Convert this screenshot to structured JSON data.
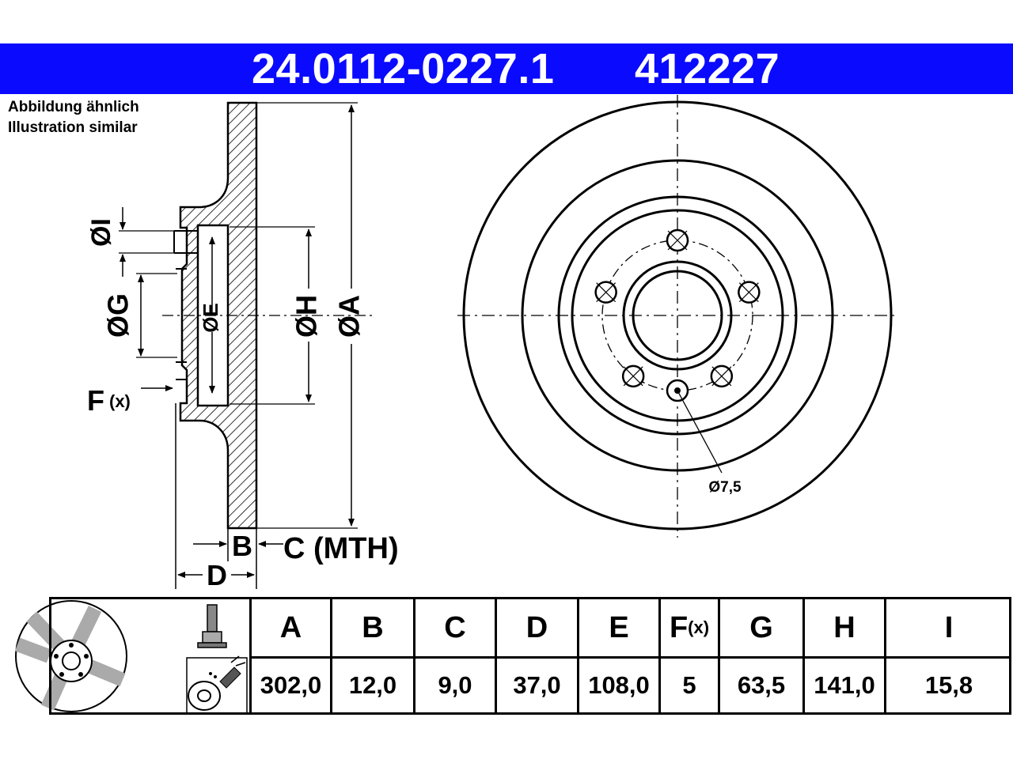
{
  "header": {
    "part_number": "24.0112-0227.1",
    "ref_number": "412227"
  },
  "note": {
    "line1": "Abbildung ähnlich",
    "line2": "Illustration similar"
  },
  "drawing": {
    "label_I": "ØI",
    "label_G": "ØG",
    "label_E": "ØE",
    "label_H": "ØH",
    "label_A": "ØA",
    "label_F": "F",
    "label_F_sub": "(x)",
    "label_B": "B",
    "label_C": "C (MTH)",
    "label_D": "D",
    "hole_label": "Ø7,5"
  },
  "table": {
    "headers": [
      "A",
      "B",
      "C",
      "D",
      "E",
      "F",
      "G",
      "H",
      "I"
    ],
    "header_F_sub": "(x)",
    "values": [
      "302,0",
      "12,0",
      "9,0",
      "37,0",
      "108,0",
      "5",
      "63,5",
      "141,0",
      "15,8"
    ]
  },
  "colors": {
    "header_bg": "#0a0aff",
    "header_text": "#ffffff"
  }
}
